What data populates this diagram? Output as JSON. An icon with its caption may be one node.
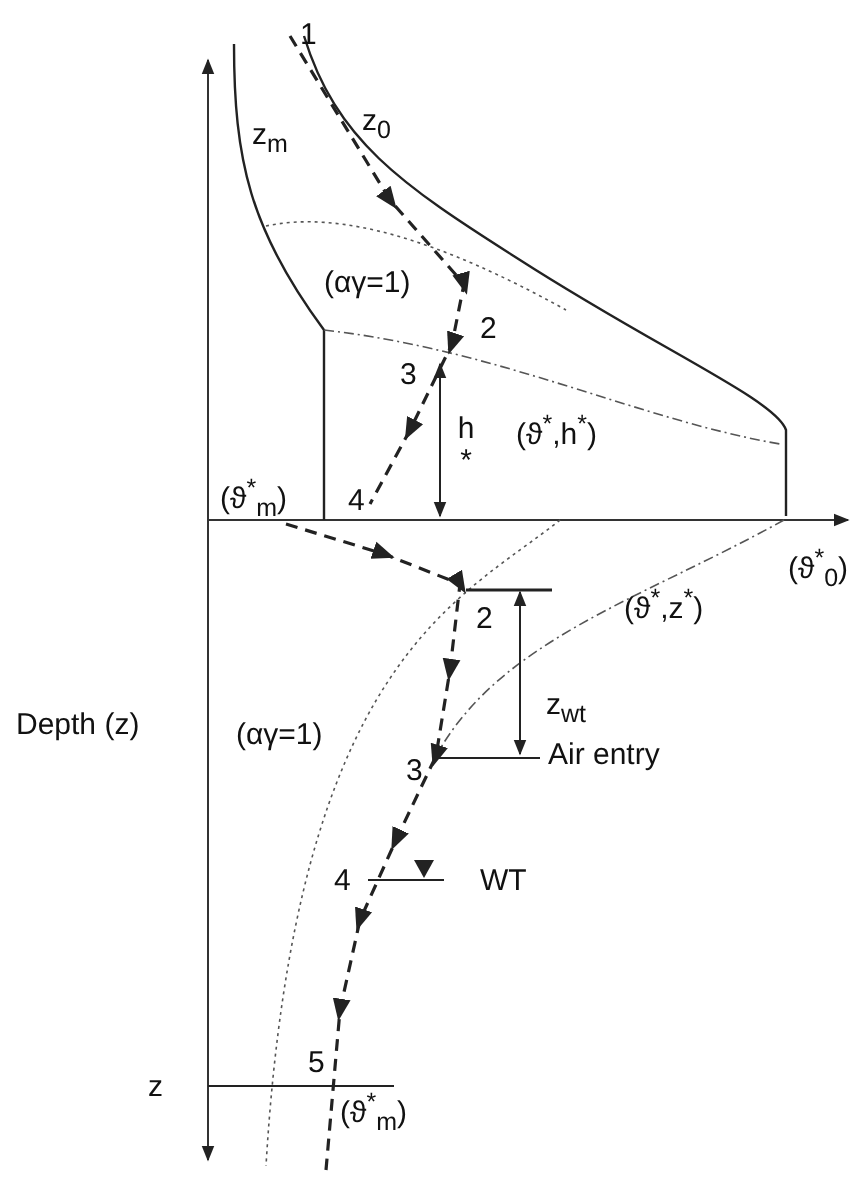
{
  "diagram": {
    "labels": [
      "1",
      "z$_{m}$",
      "z$_{0}$",
      "(αγ=1)",
      "2",
      "3",
      "h *",
      "(ϑ$^{*}$,h$^{*}$)",
      "(ϑ$^{*}$$_{m}$)",
      "4",
      "(ϑ$^{*}$$_{0}$)",
      "2",
      "(ϑ$^{*}$,z$^{*}$)",
      "Depth (z)",
      "z$_{wt}$",
      "(αγ=1)",
      "3",
      "Air entry",
      "4",
      "WT",
      "5",
      "z",
      "(ϑ$^{*}$$_{m}$)"
    ]
  }
}
